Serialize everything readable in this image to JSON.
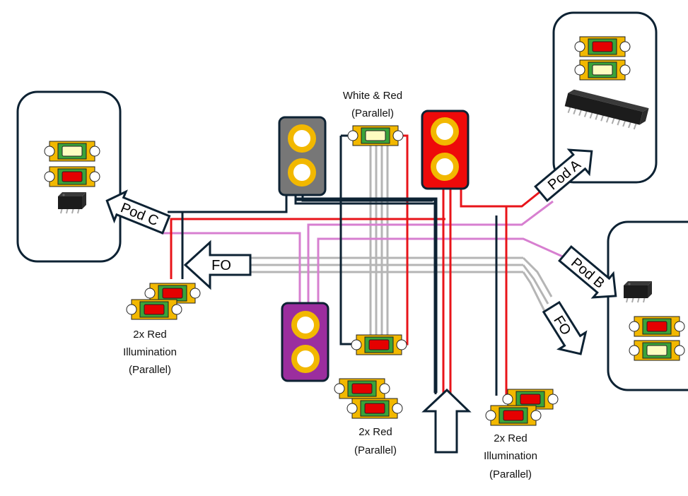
{
  "labels": {
    "white_red_line1": "White & Red",
    "white_red_line2": "(Parallel)",
    "left_red_line1": "2x Red",
    "left_red_line2": "Illumination",
    "left_red_line3": "(Parallel)",
    "center_red_line1": "2x Red",
    "center_red_line2": "(Parallel)",
    "right_red_line1": "2x Red",
    "right_red_line2": "Illumination",
    "right_red_line3": "(Parallel)"
  },
  "arrows": {
    "pod_a": "Pod A",
    "pod_b": "Pod B",
    "pod_c": "Pod C",
    "fo_left": "FO",
    "fo_right": "FO"
  },
  "colors": {
    "wire_black": "#0d2233",
    "wire_red": "#e8141a",
    "wire_pink": "#d77fd0",
    "wire_gray": "#b5b5b5",
    "connector_gray": "#777777",
    "connector_red": "#ee0a0a",
    "connector_purple": "#9b2e9e",
    "pad_gold": "#f2b800",
    "led_green": "#3aa33a",
    "led_red": "#e50000",
    "led_white": "#fdfcc0"
  }
}
